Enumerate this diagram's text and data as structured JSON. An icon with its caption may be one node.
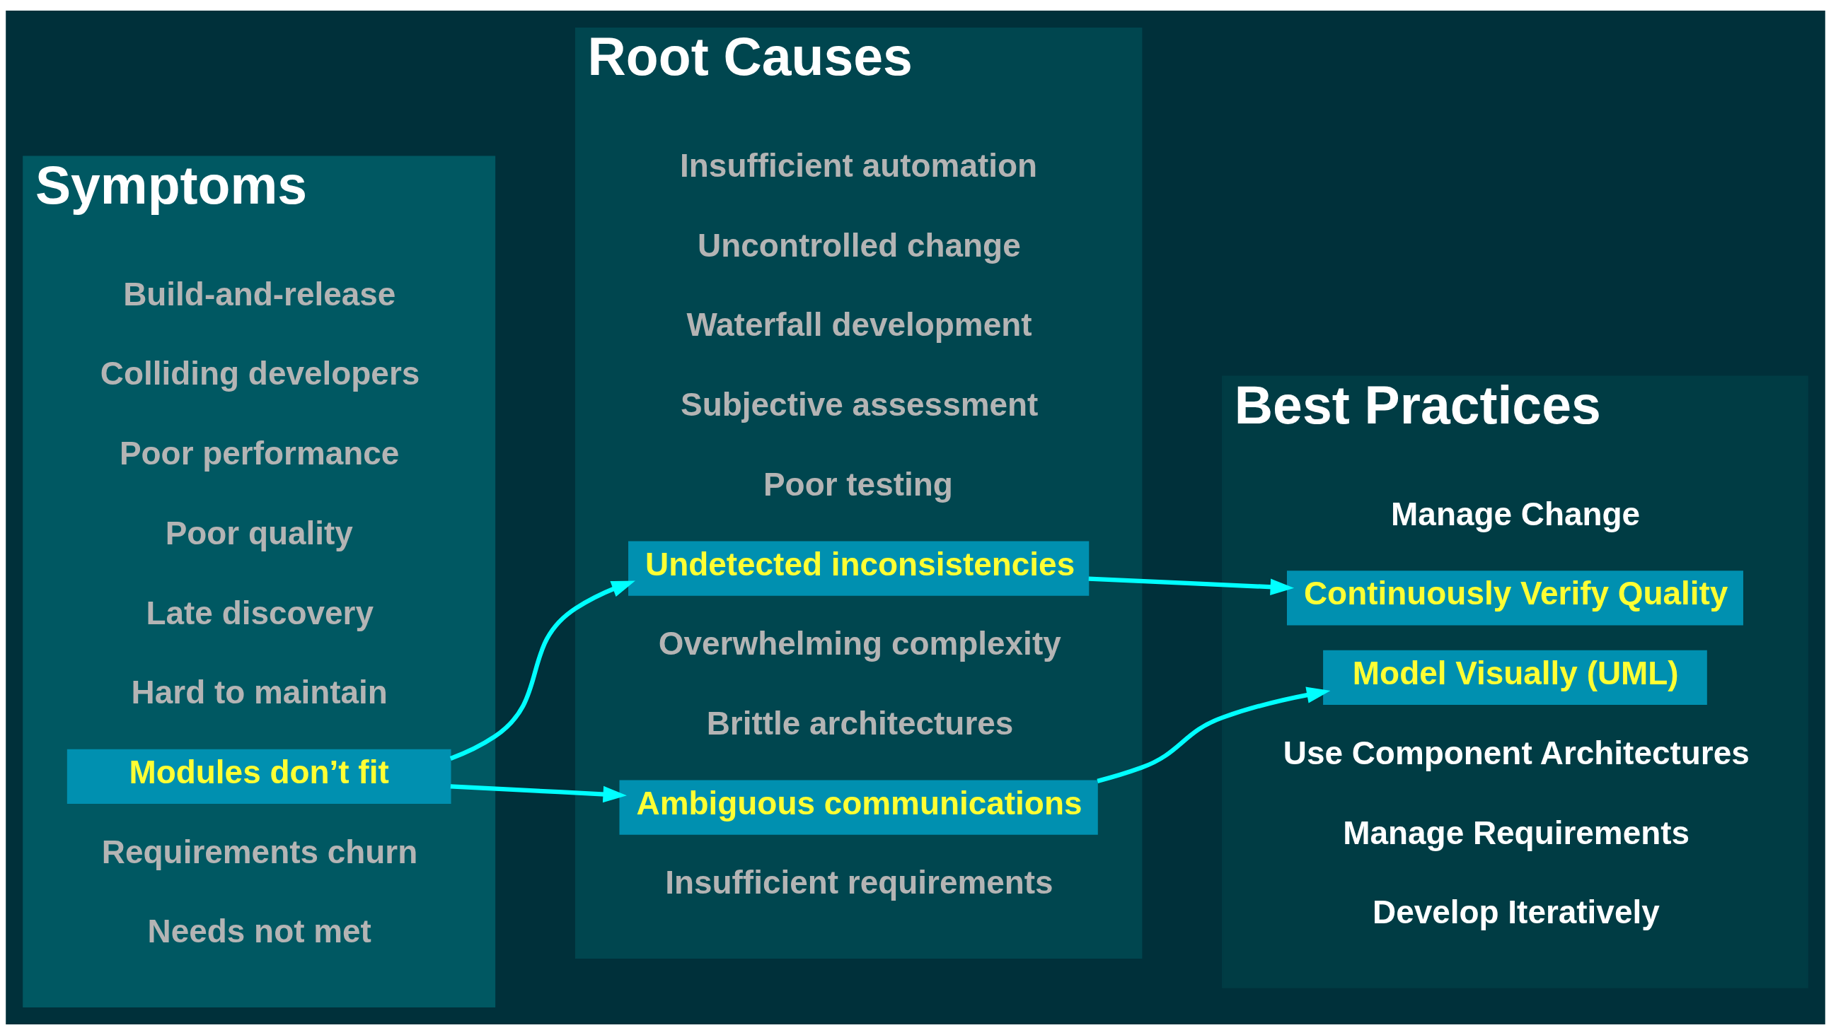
{
  "diagram": {
    "nodes": [
      {
        "text": [
          "Symptoms"
        ]
      },
      {
        "text": [
          "Needs not met"
        ],
        "in": 0
      },
      {
        "text": [
          "Requirements churn"
        ],
        "in": 0
      },
      {
        "text": [
          "Modules don’t fit"
        ],
        "in": 0
      },
      {
        "text": [
          "Hard to maintain"
        ],
        "in": 0
      },
      {
        "text": [
          "Late discovery"
        ],
        "in": 0
      },
      {
        "text": [
          "Poor quality"
        ],
        "in": 0
      },
      {
        "text": [
          "Poor performance"
        ],
        "in": 0
      },
      {
        "text": [
          "Colliding developers"
        ],
        "in": 0
      },
      {
        "text": [
          "Build-and-release"
        ],
        "in": 0
      },
      {
        "text": [
          "Root Causes"
        ]
      },
      {
        "text": [
          "Insufficient requirements"
        ],
        "in": 10
      },
      {
        "text": [
          "Ambiguous communications"
        ],
        "in": 10
      },
      {
        "text": [
          "Brittle architectures"
        ],
        "in": 10
      },
      {
        "text": [
          "Overwhelming complexity"
        ],
        "in": 10
      },
      {
        "text": [
          "Undetected inconsistencies"
        ],
        "in": 10
      },
      {
        "text": [
          "Poor testing"
        ],
        "in": 10
      },
      {
        "text": [
          "Subjective assessment"
        ],
        "in": 10
      },
      {
        "text": [
          "Waterfall development"
        ],
        "in": 10
      },
      {
        "text": [
          "Uncontrolled change"
        ],
        "in": 10
      },
      {
        "text": [
          "Insufficient automation"
        ],
        "in": 10
      },
      {
        "text": [
          "Best Practices"
        ]
      },
      {
        "text": [
          "Develop Iteratively"
        ],
        "in": 21
      },
      {
        "text": [
          "Manage Requirements"
        ],
        "in": 21
      },
      {
        "text": [
          "Use Component Architectures"
        ],
        "in": 21
      },
      {
        "text": [
          "Model Visually (UML)"
        ],
        "in": 21
      },
      {
        "text": [
          "Continuously Verify Quality"
        ],
        "in": 21
      },
      {
        "text": [
          "Manage Change"
        ],
        "in": 21
      }
    ],
    "edges": [
      {
        "from": 3,
        "to": 12,
        "arrow": "to"
      },
      {
        "from": 3,
        "to": 15,
        "arrow": "to"
      },
      {
        "from": 12,
        "to": 25,
        "arrow": "to"
      },
      {
        "from": 15,
        "to": 26,
        "arrow": "to"
      }
    ]
  }
}
